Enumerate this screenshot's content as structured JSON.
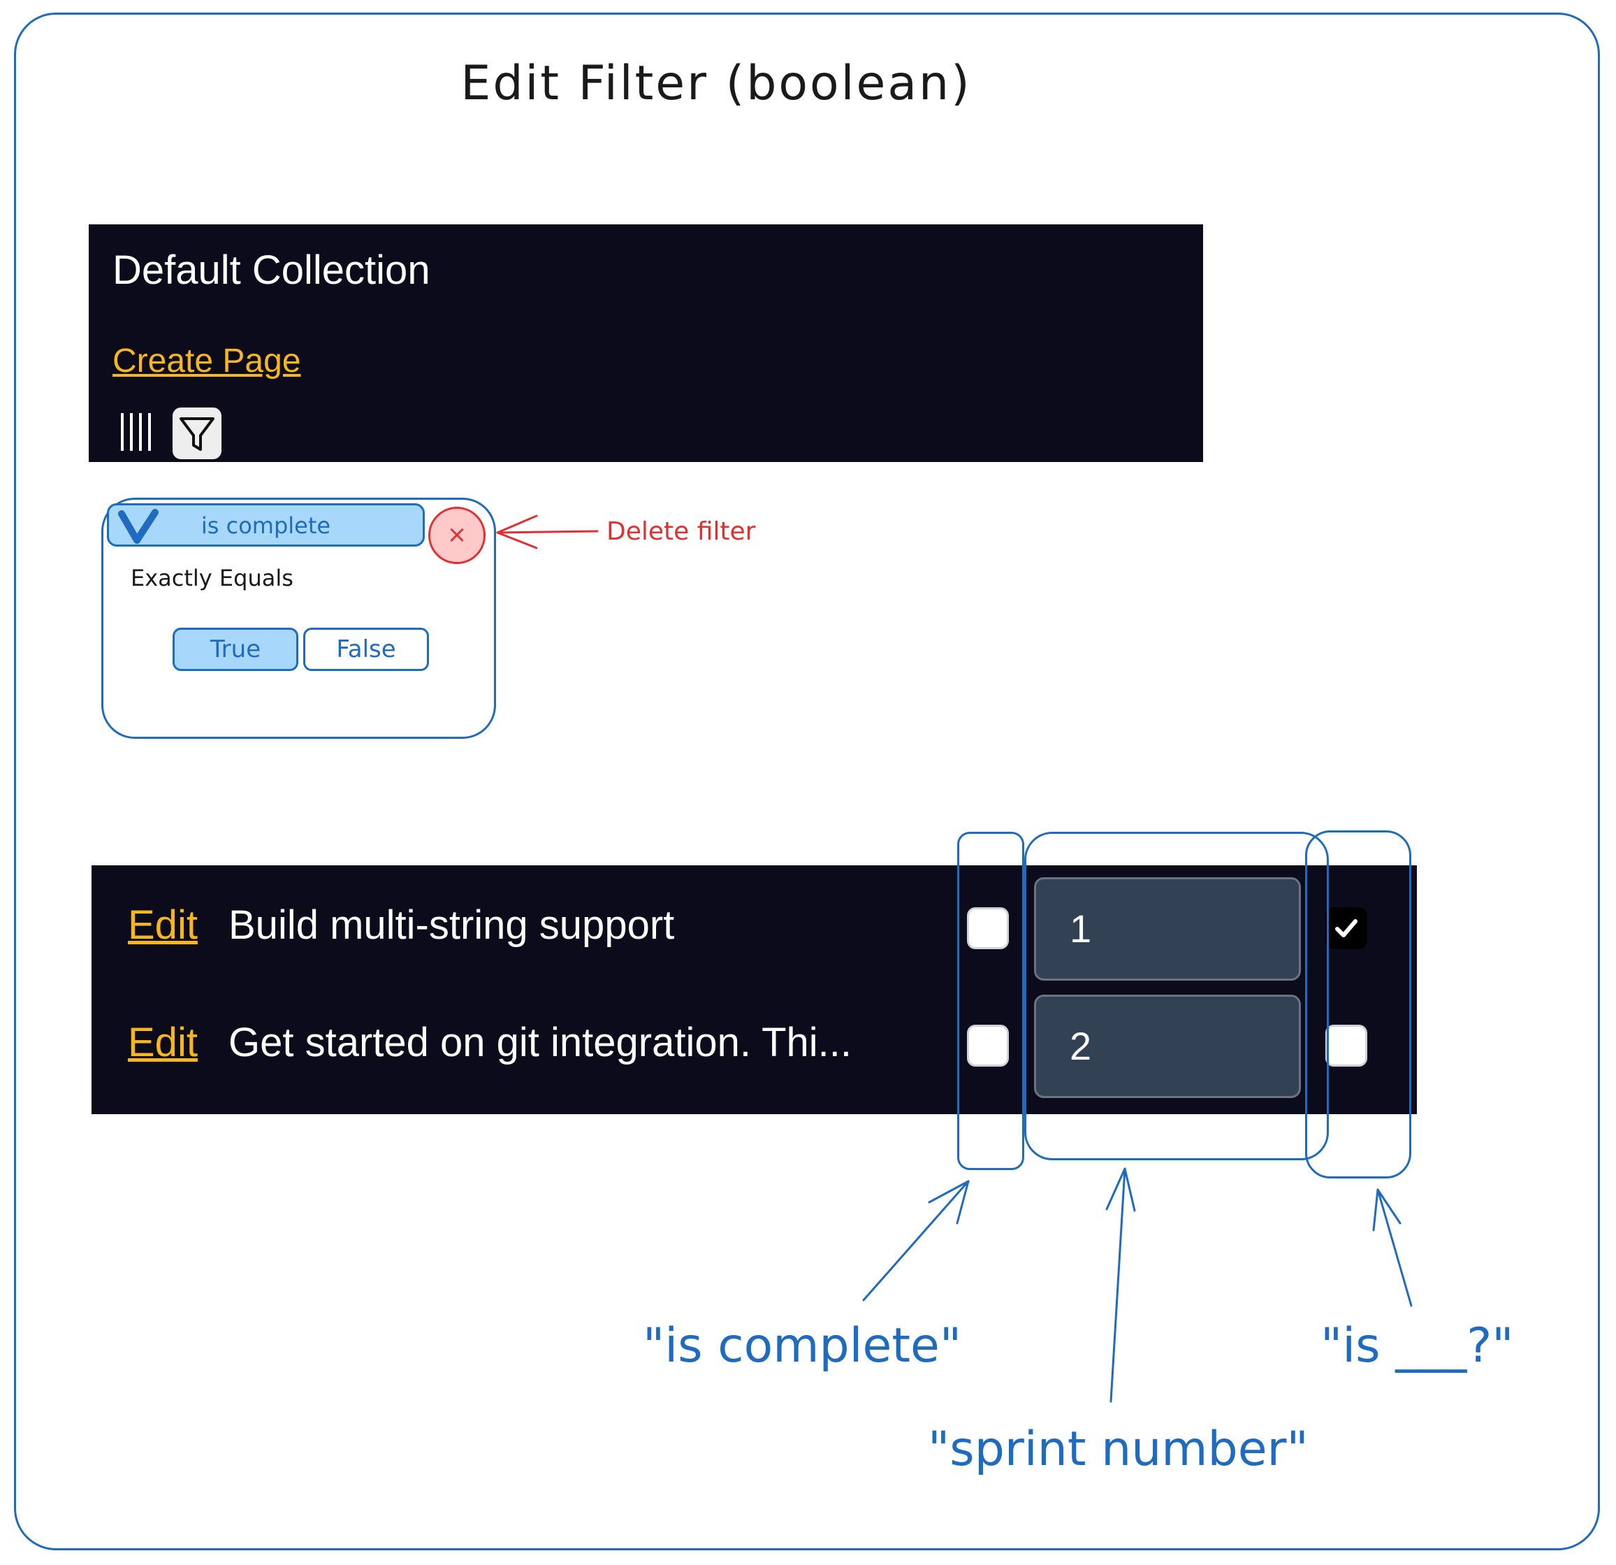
{
  "title": "Edit Filter (boolean)",
  "header": {
    "collection_title": "Default Collection",
    "create_page_link": "Create Page",
    "columns_icon": "columns-icon",
    "filter_icon": "filter-icon"
  },
  "filter_card": {
    "field": "is complete",
    "field_icon": "chevron-down-icon",
    "delete_symbol": "×",
    "operator": "Exactly Equals",
    "options": [
      "True",
      "False"
    ],
    "selected": "True"
  },
  "delete_annotation": "Delete filter",
  "rows": [
    {
      "edit": "Edit",
      "title": "Build multi-string support",
      "is_complete": false,
      "sprint_number": "1",
      "is_other": true
    },
    {
      "edit": "Edit",
      "title": "Get started on git integration. Thi...",
      "is_complete": false,
      "sprint_number": "2",
      "is_other": false
    }
  ],
  "annotations": {
    "is_complete": "\"is complete\"",
    "sprint_number": "\"sprint number\"",
    "is_blank": "\"is ___?\""
  },
  "colors": {
    "panel_bg": "#0b0b1b",
    "link": "#f6b71d",
    "sketch_blue": "#1e6bc0",
    "sketch_red": "#e03131",
    "selected_fill": "#a7d8fb"
  }
}
